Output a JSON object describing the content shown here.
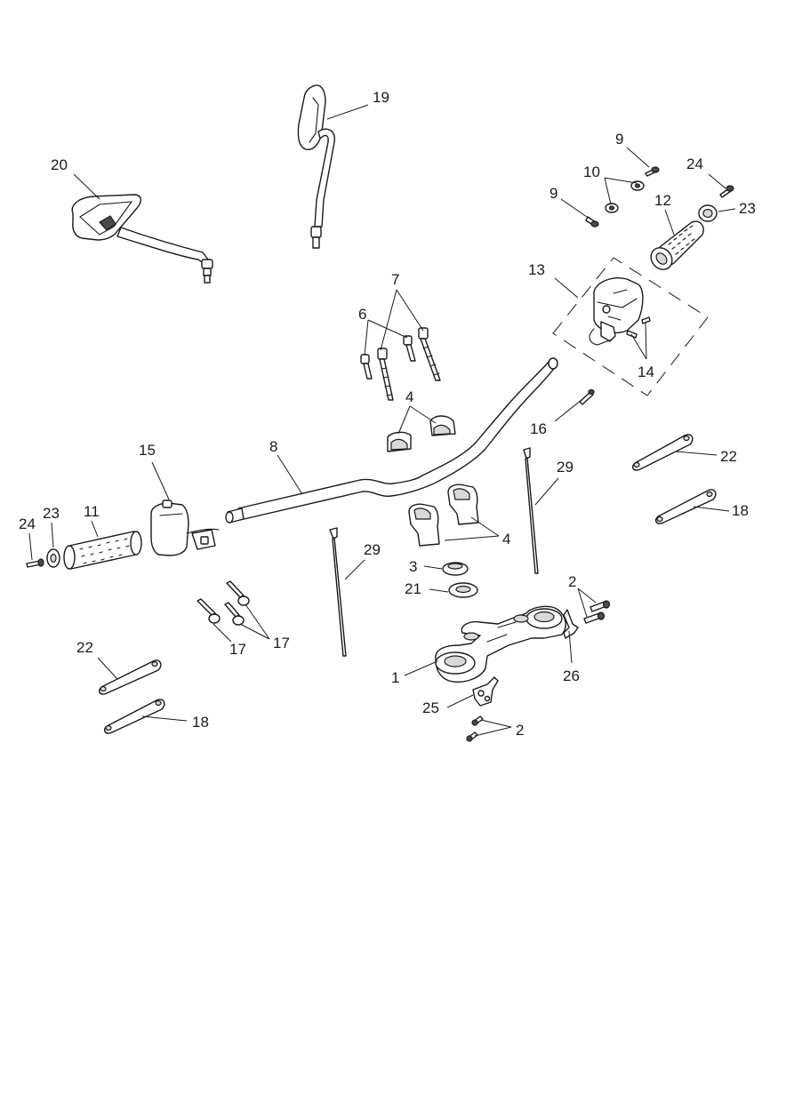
{
  "callouts": [
    {
      "id": "c20",
      "text": "20"
    },
    {
      "id": "c19",
      "text": "19"
    },
    {
      "id": "c9a",
      "text": "9"
    },
    {
      "id": "c10",
      "text": "10"
    },
    {
      "id": "c9b",
      "text": "9"
    },
    {
      "id": "c24a",
      "text": "24"
    },
    {
      "id": "c12",
      "text": "12"
    },
    {
      "id": "c23a",
      "text": "23"
    },
    {
      "id": "c13",
      "text": "13"
    },
    {
      "id": "c7",
      "text": "7"
    },
    {
      "id": "c6",
      "text": "6"
    },
    {
      "id": "c14",
      "text": "14"
    },
    {
      "id": "c4a",
      "text": "4"
    },
    {
      "id": "c16",
      "text": "16"
    },
    {
      "id": "c15",
      "text": "15"
    },
    {
      "id": "c8",
      "text": "8"
    },
    {
      "id": "c22a",
      "text": "22"
    },
    {
      "id": "c29a",
      "text": "29"
    },
    {
      "id": "c11",
      "text": "11"
    },
    {
      "id": "c23b",
      "text": "23"
    },
    {
      "id": "c24b",
      "text": "24"
    },
    {
      "id": "c18a",
      "text": "18"
    },
    {
      "id": "c4b",
      "text": "4"
    },
    {
      "id": "c29b",
      "text": "29"
    },
    {
      "id": "c3",
      "text": "3"
    },
    {
      "id": "c2a",
      "text": "2"
    },
    {
      "id": "c21",
      "text": "21"
    },
    {
      "id": "c17a",
      "text": "17"
    },
    {
      "id": "c17b",
      "text": "17"
    },
    {
      "id": "c22b",
      "text": "22"
    },
    {
      "id": "c1",
      "text": "1"
    },
    {
      "id": "c26",
      "text": "26"
    },
    {
      "id": "c25",
      "text": "25"
    },
    {
      "id": "c18b",
      "text": "18"
    },
    {
      "id": "c2b",
      "text": "2"
    }
  ]
}
